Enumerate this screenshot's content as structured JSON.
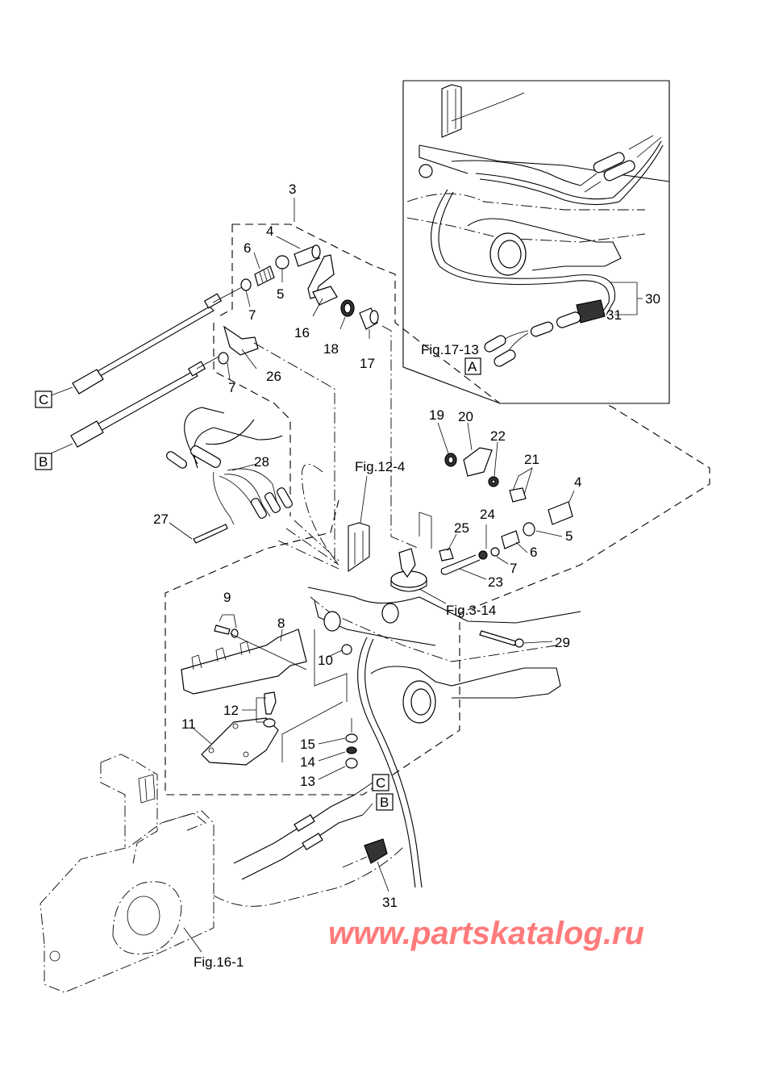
{
  "diagram": {
    "type": "exploded-parts-diagram",
    "callouts": {
      "c3": "3",
      "c4a": "4",
      "c6a": "6",
      "c5a": "5",
      "c7a": "7",
      "c16": "16",
      "c18": "18",
      "c17": "17",
      "c26": "26",
      "c7b": "7",
      "c28": "28",
      "c27": "27",
      "c19": "19",
      "c20": "20",
      "c22": "22",
      "c21": "21",
      "c4b": "4",
      "c24": "24",
      "c25": "25",
      "c5b": "5",
      "c6b": "6",
      "c7c": "7",
      "c23": "23",
      "c29": "29",
      "c9": "9",
      "c8": "8",
      "c10": "10",
      "c12": "12",
      "c11": "11",
      "c15": "15",
      "c14": "14",
      "c13": "13",
      "c30": "30",
      "c31a": "31",
      "c31b": "31"
    },
    "figure_refs": {
      "fig12_4": "Fig.12-4",
      "fig3_14": "Fig.3-14",
      "fig17_13": "Fig.17-13",
      "fig16_1": "Fig.16-1"
    },
    "connector_boxes": {
      "A_inset": "A",
      "C_left": "C",
      "B_left": "B",
      "C_bottom": "C",
      "B_bottom": "B"
    }
  },
  "watermark": "www.partskatalog.ru"
}
